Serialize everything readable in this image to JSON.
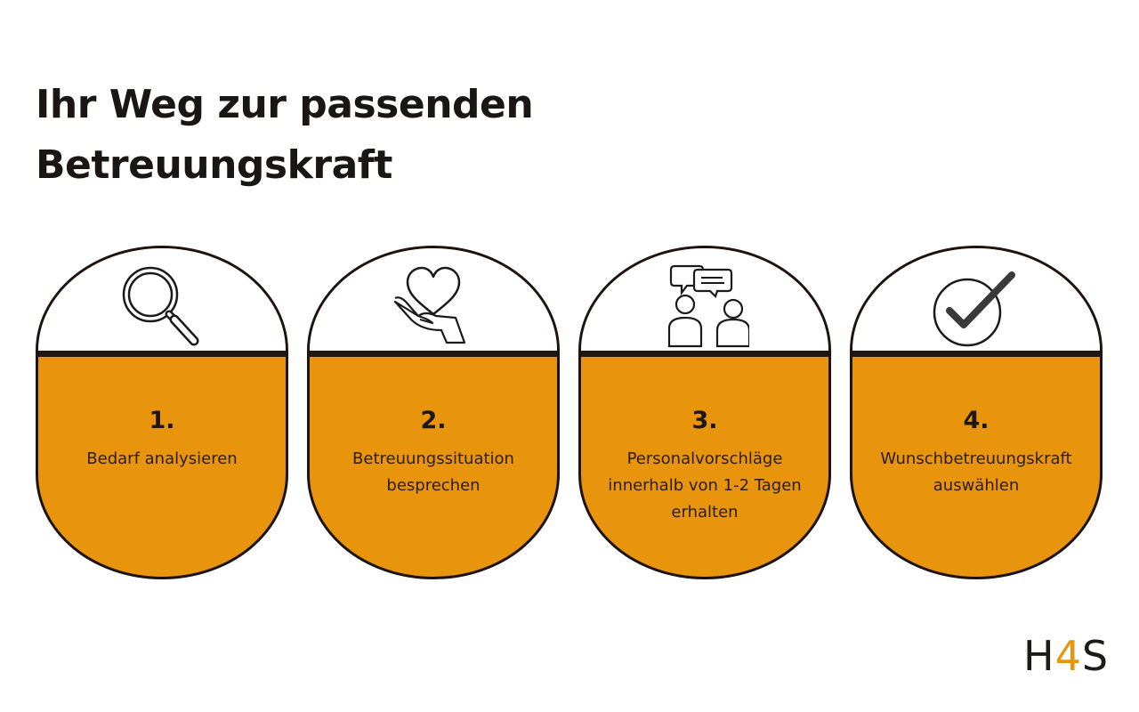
{
  "header": {
    "title_line1": "Ihr Weg zur passenden",
    "title_line2": "Betreuungskraft"
  },
  "colors": {
    "accent": "#e8950d",
    "border": "#1c1412",
    "text": "#1e1a18",
    "background": "#ffffff"
  },
  "steps": [
    {
      "number": "1.",
      "icon": "magnifier-icon",
      "lines": [
        "Bedarf analysieren"
      ]
    },
    {
      "number": "2.",
      "icon": "heart-in-hand-icon",
      "lines": [
        "Betreuungssituation",
        "besprechen"
      ]
    },
    {
      "number": "3.",
      "icon": "conversation-icon",
      "lines": [
        "Personalvorschläge",
        "innerhalb von 1-2 Tagen",
        "erhalten"
      ]
    },
    {
      "number": "4.",
      "icon": "checkmark-circle-icon",
      "lines": [
        "Wunschbetreuungskraft",
        "auswählen"
      ]
    }
  ],
  "logo": {
    "part1": "H",
    "part2": "4",
    "part3": "S"
  }
}
